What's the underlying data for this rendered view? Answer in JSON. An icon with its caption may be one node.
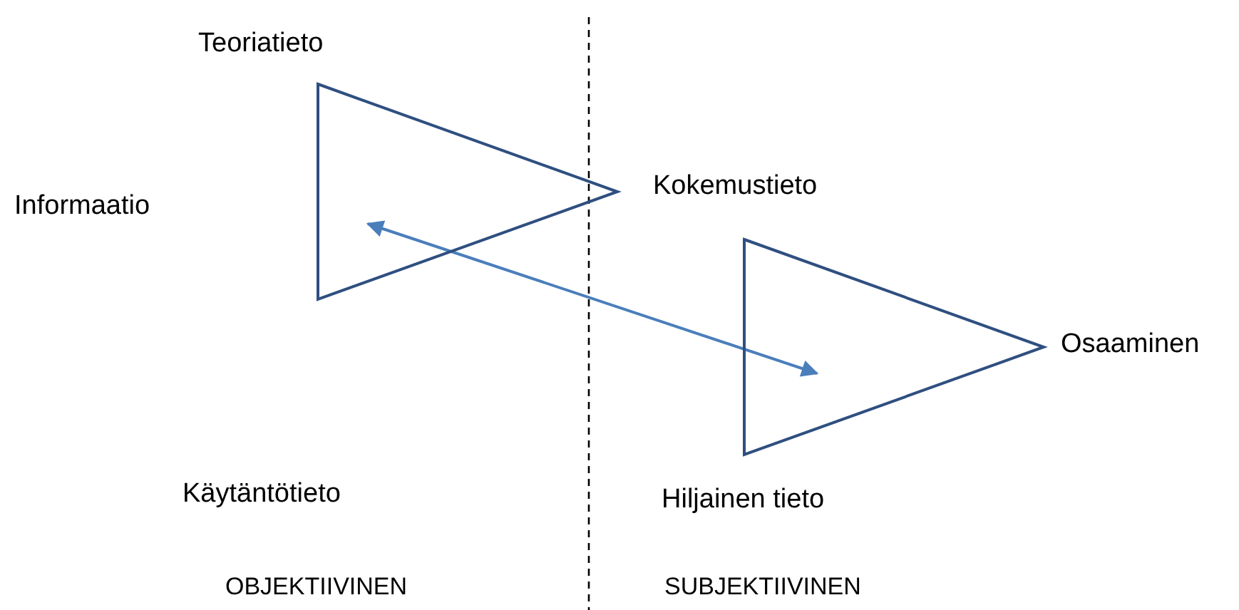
{
  "diagram": {
    "nodes": [
      {
        "text": [],
        "shape": "triangle"
      },
      {
        "text": [],
        "shape": "triangle"
      }
    ],
    "edges": [
      {
        "from": 0,
        "to": 1,
        "arrow": "both"
      }
    ],
    "labels": [
      "Teoriatieto",
      "Kokemustieto",
      "Informaatio",
      "Osaaminen",
      "Käytäntötieto",
      "Hiljainen tieto",
      "OBJEKTIIVINEN",
      "SUBJEKTIIVINEN"
    ]
  }
}
